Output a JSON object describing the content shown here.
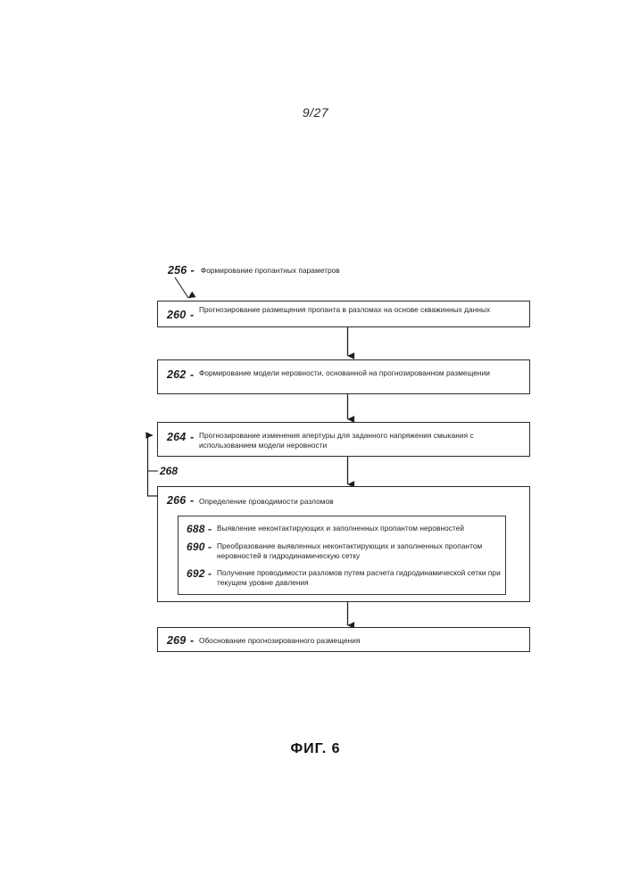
{
  "page": {
    "number": "9/27",
    "figure_caption": "ФИГ. 6"
  },
  "diagram": {
    "type": "flowchart",
    "title_label": {
      "ref": "256",
      "dash": "-",
      "text": "Формирование пропантных параметров"
    },
    "feedback": {
      "ref": "268",
      "from": "266",
      "to": "264",
      "description": "loop from conductivity determination back to aperture prediction"
    },
    "steps": [
      {
        "ref": "260",
        "dash": "-",
        "text": "Прогнозирование размещения пропанта в разломах на основе скважинных данных"
      },
      {
        "ref": "262",
        "dash": "-",
        "text": "Формирование модели неровности, основанной на прогнозированном размещении"
      },
      {
        "ref": "264",
        "dash": "-",
        "text": "Прогнозирование изменения апертуры для заданного напряжения смыкания с использованием модели неровности"
      },
      {
        "ref": "266",
        "dash": "-",
        "text": "Определение проводимости разломов"
      },
      {
        "ref": "269",
        "dash": "-",
        "text": "Обоснование прогнозированного размещения"
      }
    ],
    "substeps": [
      {
        "ref": "688",
        "dash": "-",
        "text": "Выявление неконтактирующих и заполненных пропантом неровностей"
      },
      {
        "ref": "690",
        "dash": "-",
        "text": "Преобразование выявленных неконтактирующих и заполненных пропантом неровностей в гидродинамическую сетку"
      },
      {
        "ref": "692",
        "dash": "-",
        "text": "Получение проводимости разломов путем расчета гидродинамической сетки при текущем уровне давления"
      }
    ]
  }
}
